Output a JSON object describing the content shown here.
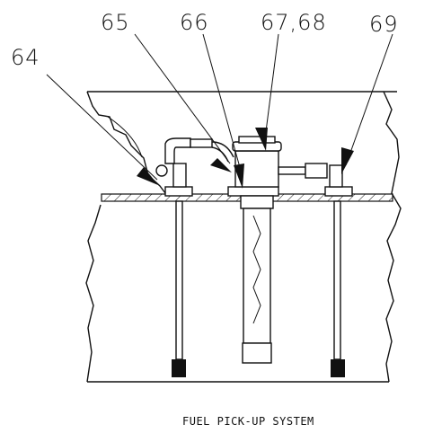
{
  "callouts": {
    "c64": "64",
    "c65": "65",
    "c66": "66",
    "c6768": "67,68",
    "c69": "69"
  },
  "caption": "FUEL PICK-UP SYSTEM",
  "colors": {
    "line": "#111111",
    "background": "#ffffff"
  }
}
